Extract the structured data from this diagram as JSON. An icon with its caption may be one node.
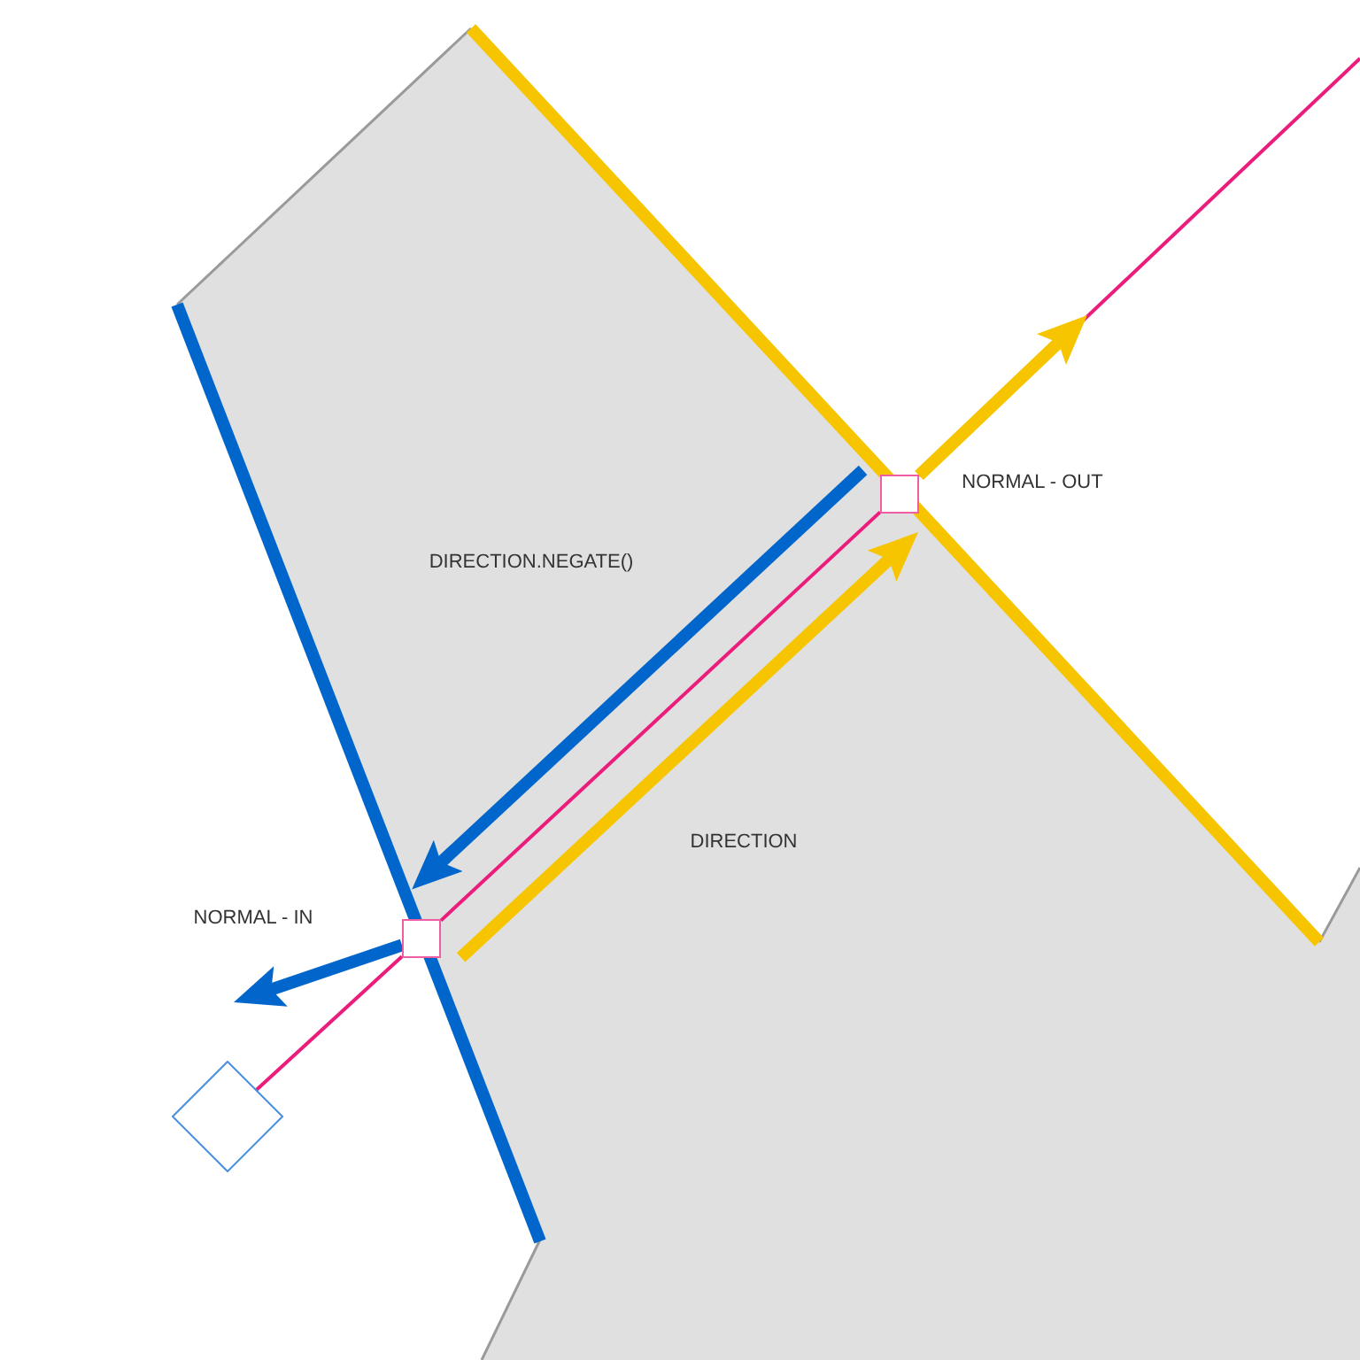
{
  "diagram": {
    "nodes": [
      {
        "text": [],
        "shape": "box"
      },
      {
        "text": [],
        "shape": "box"
      },
      {
        "text": [],
        "shape": "diamond"
      }
    ],
    "edges": [
      {
        "from": 2,
        "to": 1,
        "arrow": "none",
        "color": "#ec1c7c"
      },
      {
        "from": 1,
        "to": 0,
        "arrow": "none",
        "color": "#ec1c7c"
      },
      {
        "from": 0,
        "to": null,
        "arrow": "none",
        "color": "#ec1c7c"
      },
      {
        "from": 0,
        "to": 1,
        "arrow": "to",
        "label": "DIRECTION.NEGATE()",
        "color": "#0066cc"
      },
      {
        "from": 1,
        "to": 0,
        "arrow": "to",
        "label": "DIRECTION",
        "color": "#f6c500"
      },
      {
        "from": 0,
        "to": null,
        "arrow": "to",
        "label": "NORMAL - OUT",
        "color": "#f6c500"
      },
      {
        "from": 1,
        "to": null,
        "arrow": "to",
        "label": "NORMAL - IN",
        "color": "#0066cc"
      }
    ]
  }
}
